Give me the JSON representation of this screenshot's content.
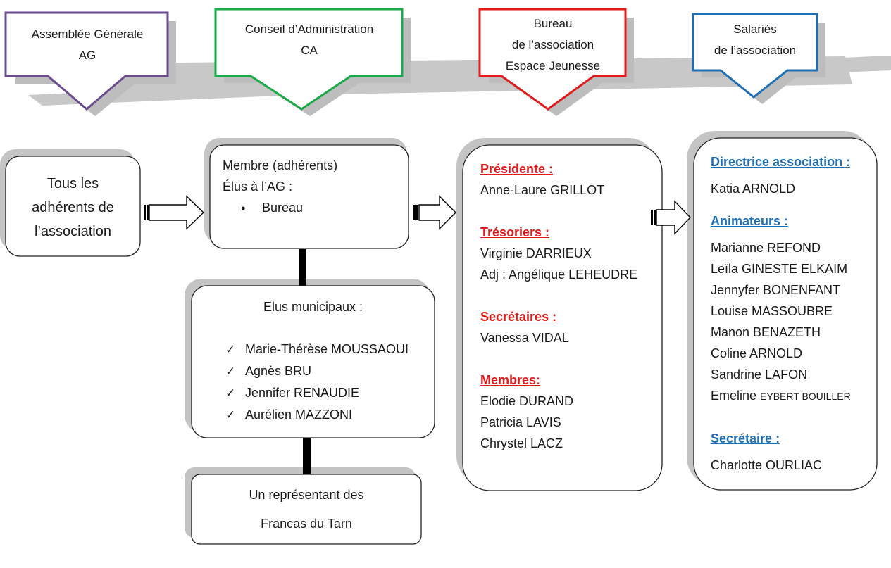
{
  "headers": {
    "ag": {
      "line1": "Assemblée Générale",
      "line2": "AG",
      "color": "#6b4c8f"
    },
    "ca": {
      "line1": "Conseil d’Administration",
      "line2": "CA",
      "color": "#1aaa48"
    },
    "bureau": {
      "line1": "Bureau",
      "line2": "de l’association",
      "line3": "Espace Jeunesse",
      "color": "#e01b1b"
    },
    "salaries": {
      "line1": "Salariés",
      "line2": "de l’association",
      "color": "#1f6fb5"
    }
  },
  "boxes": {
    "adherents": {
      "line1": "Tous les",
      "line2": "adhérents de",
      "line3": "l’association"
    },
    "membre": {
      "line1": "Membre (adhérents)",
      "line2": "Élus à l’AG :",
      "bullet": "Bureau"
    },
    "elus": {
      "title": "Elus municipaux :",
      "items": [
        "Marie-Thérèse MOUSSAOUI",
        "Agnès BRU",
        "Jennifer RENAUDIE",
        "Aurélien MAZZONI"
      ]
    },
    "francas": {
      "line1": "Un représentant des",
      "line2": "Francas du Tarn"
    },
    "bureau": {
      "presidente_label": "Présidente :",
      "presidente": "Anne-Laure GRILLOT",
      "tresoriers_label": "Trésoriers :",
      "tresoriers": [
        "Virginie DARRIEUX",
        "Adj : Angélique LEHEUDRE"
      ],
      "secretaires_label": "Secrétaires :",
      "secretaires": "Vanessa VIDAL",
      "membres_label": "Membres:",
      "membres": [
        "Elodie DURAND",
        "Patricia LAVIS",
        "Chrystel LACZ"
      ]
    },
    "salaries": {
      "directrice_label": "Directrice association :",
      "directrice": "Katia ARNOLD",
      "animateurs_label": "Animateurs :",
      "animateurs": [
        "Marianne REFOND",
        "Leïla GINESTE ELKAIM",
        "Jennyfer BONENFANT",
        "Louise MASSOUBRE",
        "Manon BENAZETH",
        "Coline ARNOLD",
        "Sandrine LAFON"
      ],
      "last_animateur_first": "Emeline",
      "last_animateur_last": "EYBERT BOUILLER",
      "secretaire_label": "Secrétaire :",
      "secretaire": "Charlotte OURLIAC"
    }
  },
  "check_icon": "✓",
  "bullet_icon": "●"
}
